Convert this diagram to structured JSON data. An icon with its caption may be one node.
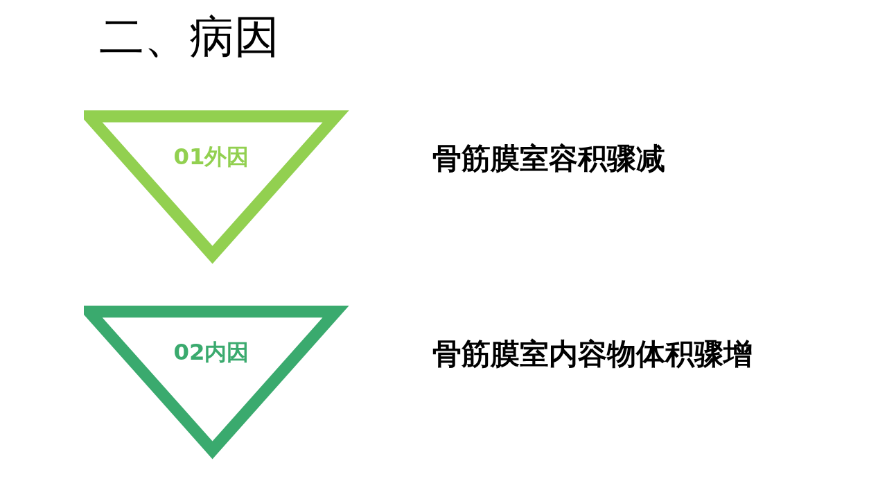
{
  "diagram": {
    "title": "二、病因",
    "nodes": [
      {
        "text": [
          "01外因"
        ],
        "beside": [
          "骨筋膜室容积骤减"
        ]
      },
      {
        "text": [
          "02内因"
        ],
        "beside": [
          "骨筋膜室内容物体积骤增"
        ]
      }
    ]
  }
}
